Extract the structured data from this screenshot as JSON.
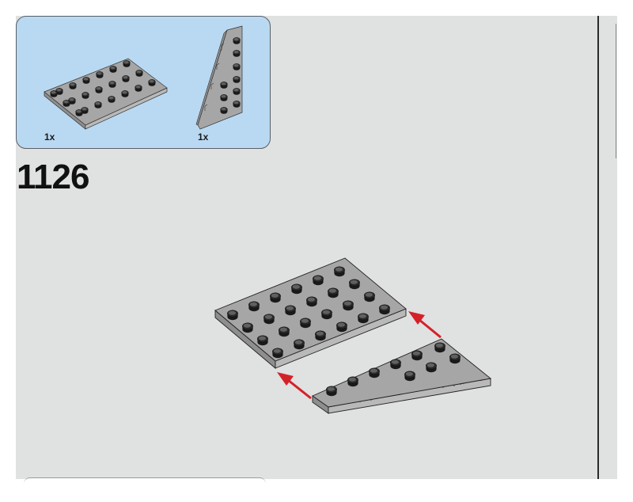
{
  "page": {
    "background": "#e0e1e1",
    "step_number": "1126"
  },
  "parts_callout": {
    "background": "#b9d9f2",
    "parts": [
      {
        "name": "plate-4x6",
        "quantity": "1x",
        "color": "#a6a6a6"
      },
      {
        "name": "wedge-plate-left",
        "quantity": "1x",
        "color": "#a6a6a6"
      }
    ]
  },
  "assembly": {
    "arrow_color": "#d42128",
    "parts": [
      "plate-4x6",
      "wedge-plate"
    ]
  }
}
